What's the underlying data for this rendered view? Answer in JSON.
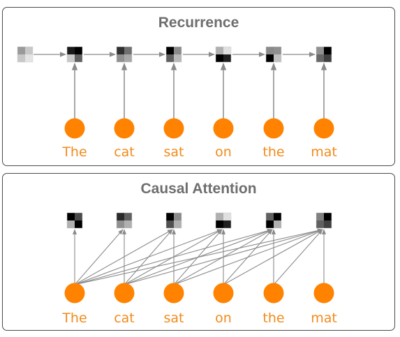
{
  "panels": [
    {
      "id": "recurrence",
      "title": "Recurrence",
      "tokens": [
        "The",
        "cat",
        "sat",
        "on",
        "the",
        "mat"
      ],
      "connection": "chain"
    },
    {
      "id": "attention",
      "title": "Causal Attention",
      "tokens": [
        "The",
        "cat",
        "sat",
        "on",
        "the",
        "mat"
      ],
      "connection": "causal"
    }
  ],
  "colors": {
    "token_node": "#ff8200",
    "token_text": "#f28a1a",
    "arrow": "#8a8a8a",
    "title": "#6e6e6e",
    "border": "#4a4a4a"
  },
  "state_blocks": {
    "recurrence_initial": [
      "#9a9a9a",
      "#c8c8c8",
      "#c8c8c8",
      "#e4e4e4"
    ],
    "recurrence": [
      [
        "#1a1a1a",
        "#000000",
        "#c8c8c8",
        "#606060"
      ],
      [
        "#303030",
        "#707070",
        "#909090",
        "#a8a8a8"
      ],
      [
        "#000000",
        "#8a8a8a",
        "#606060",
        "#b8b8b8"
      ],
      [
        "#b0b0b0",
        "#e0e0e0",
        "#000000",
        "#202020"
      ],
      [
        "#8a8a8a",
        "#909090",
        "#000000",
        "#c0c0c0"
      ],
      [
        "#909090",
        "#000000",
        "#686868",
        "#404040"
      ]
    ],
    "attention": [
      [
        "#000000",
        "#4a4a4a",
        "#b0b0b0",
        "#000000"
      ],
      [
        "#2a2a2a",
        "#606060",
        "#909090",
        "#b0b0b0"
      ],
      [
        "#000000",
        "#8a8a8a",
        "#505050",
        "#b0b0b0"
      ],
      [
        "#b0b0b0",
        "#e0e0e0",
        "#000000",
        "#202020"
      ],
      [
        "#606060",
        "#000000",
        "#000000",
        "#b0b0b0"
      ],
      [
        "#808080",
        "#000000",
        "#606060",
        "#404040"
      ]
    ]
  }
}
